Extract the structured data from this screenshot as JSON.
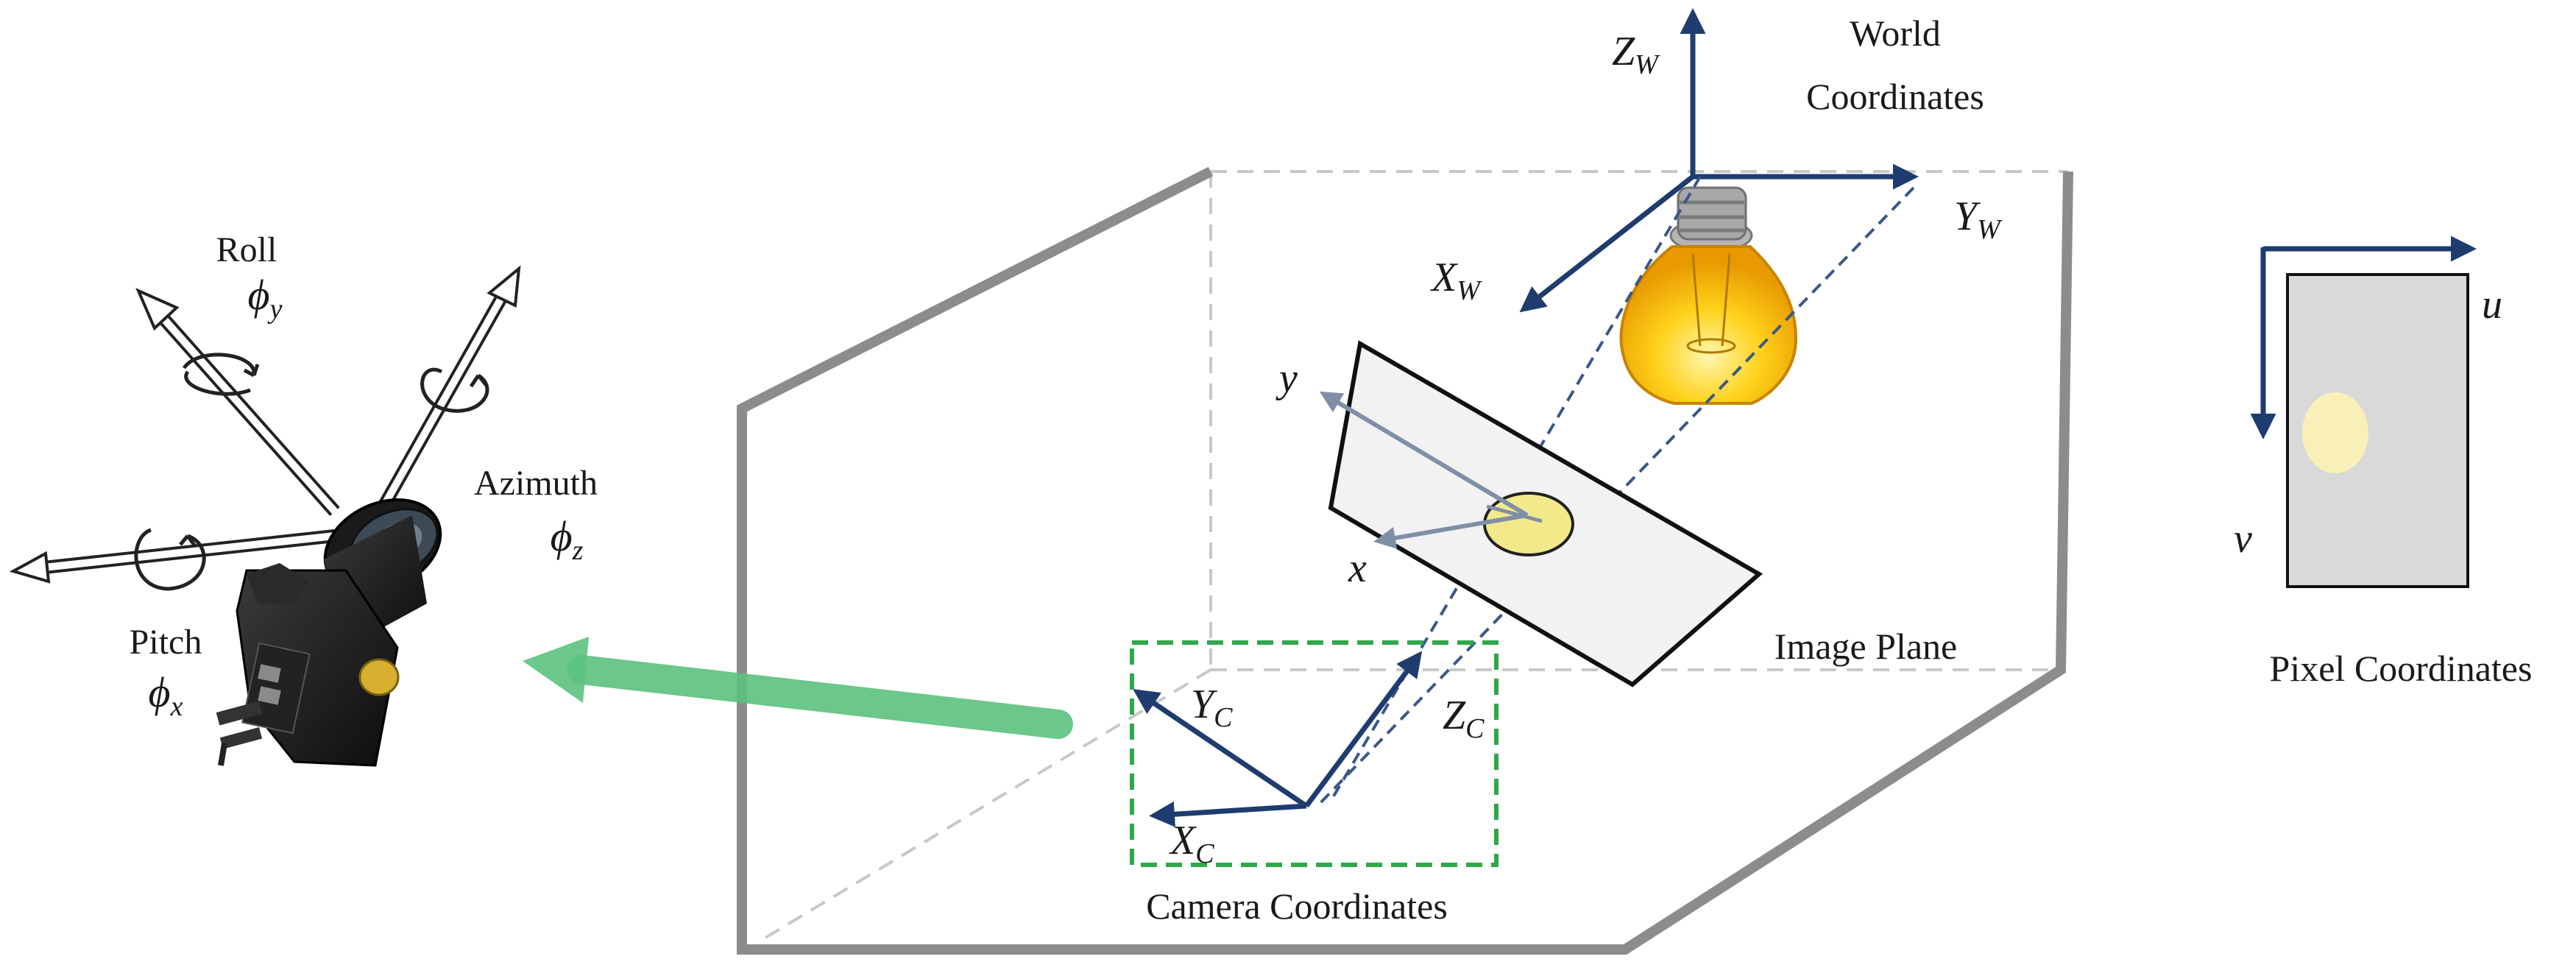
{
  "labels": {
    "roll": "Roll",
    "roll_symbol": "ϕ",
    "roll_sub": "y",
    "pitch": "Pitch",
    "pitch_symbol": "ϕ",
    "pitch_sub": "x",
    "azimuth": "Azimuth",
    "azimuth_symbol": "ϕ",
    "azimuth_sub": "z",
    "world_line1": "World",
    "world_line2": "Coordinates",
    "image_plane": "Image Plane",
    "camera_coordinates": "Camera Coordinates",
    "pixel_coordinates": "Pixel Coordinates"
  },
  "axes": {
    "zw": "Z",
    "zw_sub": "W",
    "yw": "Y",
    "yw_sub": "W",
    "xw": "X",
    "xw_sub": "W",
    "yc": "Y",
    "yc_sub": "C",
    "zc": "Z",
    "zc_sub": "C",
    "xc": "X",
    "xc_sub": "C",
    "x": "x",
    "y": "y",
    "u": "u",
    "v": "v"
  },
  "colors": {
    "axis_blue": "#1f3c6e",
    "room_gray": "#8c8c8c",
    "dashed_gray": "#c8c8c8",
    "camera_box_green": "#2ea84a",
    "arrow_green": "#5cc27e",
    "spot_yellow": "#f2ea8a",
    "bulb_orange": "#f0a800",
    "pixel_panel": "#d9d9d9"
  },
  "icons": {
    "camera": "camera-icon",
    "bulb": "light-bulb-icon"
  }
}
